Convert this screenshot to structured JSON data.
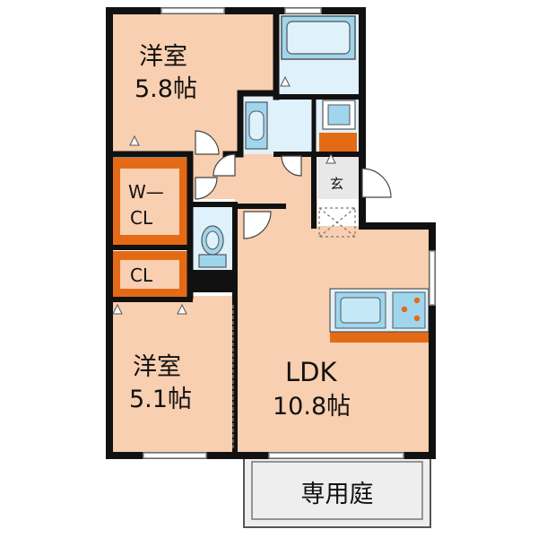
{
  "colors": {
    "wall": "#111111",
    "room": "#f8cfb0",
    "wet": "#dff1fb",
    "fixture": "#9fd6ee",
    "storage": "#e46a16",
    "storage_inner": "#f8cfb0",
    "garden": "#eeeeee",
    "entrance": "#e8e8e8",
    "accent": "#e46a16"
  },
  "rooms": {
    "western_room_1": {
      "name": "洋室",
      "size": "5.8帖"
    },
    "western_room_2": {
      "name": "洋室",
      "size": "5.1帖"
    },
    "ldk": {
      "name": "LDK",
      "size": "10.8帖"
    },
    "walk_in_closet": {
      "line1": "W—",
      "line2": "CL"
    },
    "closet": {
      "label": "CL"
    },
    "entrance": {
      "label": "玄"
    },
    "private_garden": {
      "label": "専用庭"
    }
  },
  "icons": [
    "bathtub-icon",
    "washbasin-icon",
    "washing-machine-icon",
    "toilet-icon",
    "kitchen-sink-icon",
    "stove-icon",
    "shoe-cabinet-icon",
    "storage-hatch-icon"
  ]
}
